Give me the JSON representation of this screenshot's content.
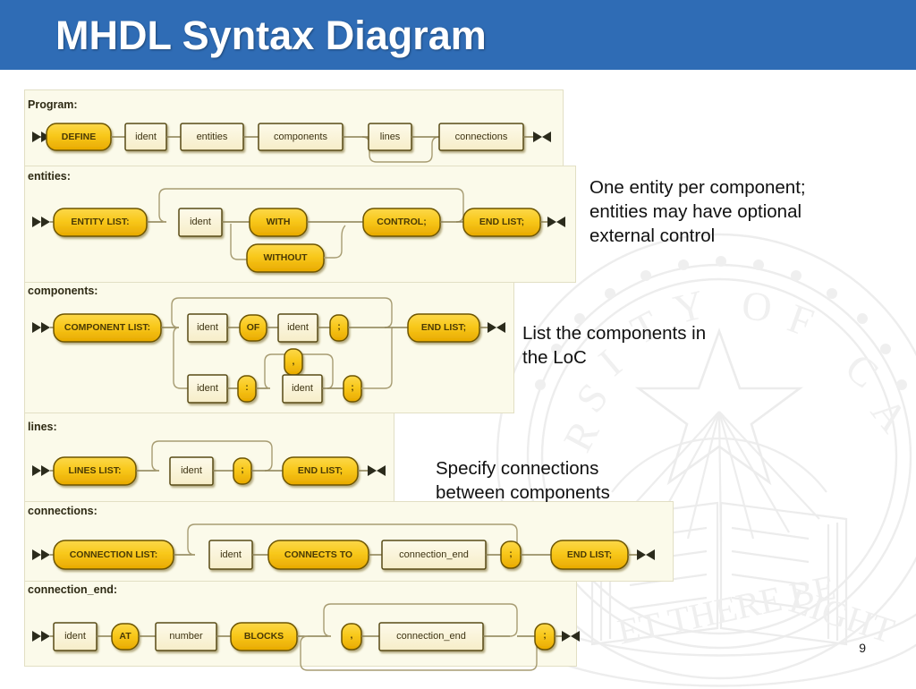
{
  "slide": {
    "title": "MHDL Syntax Diagram",
    "page_number": "9",
    "banner_color": "#2f6cb5",
    "panel_color": "#fbfaea",
    "terminal_color": "#f5c518",
    "nonterminal_color": "#fbf3d0"
  },
  "notes": [
    {
      "id": "note-entities",
      "text": "One entity per component;\nentities may have optional\nexternal control"
    },
    {
      "id": "note-components",
      "text": "List the components in\nthe LoC"
    },
    {
      "id": "note-connections",
      "text": "Specify connections\nbetween components"
    }
  ],
  "rules": [
    {
      "name": "Program:",
      "nodes": [
        {
          "label": "DEFINE",
          "kind": "terminal"
        },
        {
          "label": "ident",
          "kind": "nonterminal"
        },
        {
          "label": "entities",
          "kind": "nonterminal"
        },
        {
          "label": "components",
          "kind": "nonterminal"
        },
        {
          "label": "lines",
          "kind": "nonterminal",
          "optional": true
        },
        {
          "label": "connections",
          "kind": "nonterminal"
        }
      ]
    },
    {
      "name": "entities:",
      "nodes": [
        {
          "label": "ENTITY LIST:",
          "kind": "terminal"
        },
        {
          "label": "ident",
          "kind": "nonterminal"
        },
        {
          "label": "WITH",
          "kind": "terminal"
        },
        {
          "label": "WITHOUT",
          "kind": "terminal"
        },
        {
          "label": "CONTROL;",
          "kind": "terminal"
        },
        {
          "label": "END LIST;",
          "kind": "terminal"
        }
      ]
    },
    {
      "name": "components:",
      "nodes": [
        {
          "label": "COMPONENT LIST:",
          "kind": "terminal"
        },
        {
          "label": "ident",
          "kind": "nonterminal"
        },
        {
          "label": "OF",
          "kind": "terminal"
        },
        {
          "label": "ident",
          "kind": "nonterminal"
        },
        {
          "label": ";",
          "kind": "terminal"
        },
        {
          "label": "ident",
          "kind": "nonterminal"
        },
        {
          "label": ":",
          "kind": "terminal"
        },
        {
          "label": ",",
          "kind": "terminal"
        },
        {
          "label": "ident",
          "kind": "nonterminal"
        },
        {
          "label": ";",
          "kind": "terminal"
        },
        {
          "label": "END LIST;",
          "kind": "terminal"
        }
      ]
    },
    {
      "name": "lines:",
      "nodes": [
        {
          "label": "LINES LIST:",
          "kind": "terminal"
        },
        {
          "label": "ident",
          "kind": "nonterminal"
        },
        {
          "label": ";",
          "kind": "terminal"
        },
        {
          "label": "END LIST;",
          "kind": "terminal"
        }
      ]
    },
    {
      "name": "connections:",
      "nodes": [
        {
          "label": "CONNECTION LIST:",
          "kind": "terminal"
        },
        {
          "label": "ident",
          "kind": "nonterminal"
        },
        {
          "label": "CONNECTS TO",
          "kind": "terminal"
        },
        {
          "label": "connection_end",
          "kind": "nonterminal"
        },
        {
          "label": ";",
          "kind": "terminal"
        },
        {
          "label": "END LIST;",
          "kind": "terminal"
        }
      ]
    },
    {
      "name": "connection_end:",
      "nodes": [
        {
          "label": "ident",
          "kind": "nonterminal"
        },
        {
          "label": "AT",
          "kind": "terminal"
        },
        {
          "label": "number",
          "kind": "nonterminal"
        },
        {
          "label": "BLOCKS",
          "kind": "terminal"
        },
        {
          "label": ",",
          "kind": "terminal"
        },
        {
          "label": "connection_end",
          "kind": "nonterminal"
        },
        {
          "label": ";",
          "kind": "terminal"
        }
      ]
    }
  ],
  "labels": {
    "program": "Program:",
    "entities": "entities:",
    "components": "components:",
    "lines": "lines:",
    "connections": "connections:",
    "connection_end": "connection_end:"
  },
  "boxes": {
    "define": "DEFINE",
    "ident": "ident",
    "entities": "entities",
    "components": "components",
    "lines": "lines",
    "connections": "connections",
    "entity_list": "ENTITY LIST:",
    "with": "WITH",
    "without": "WITHOUT",
    "control": "CONTROL;",
    "end_list": "END LIST;",
    "component_list": "COMPONENT LIST:",
    "of": "OF",
    "semicolon": ";",
    "colon": ":",
    "comma": ",",
    "lines_list": "LINES LIST:",
    "connection_list": "CONNECTION LIST:",
    "connects_to": "CONNECTS TO",
    "connection_end": "connection_end",
    "at": "AT",
    "number": "number",
    "blocks": "BLOCKS"
  }
}
